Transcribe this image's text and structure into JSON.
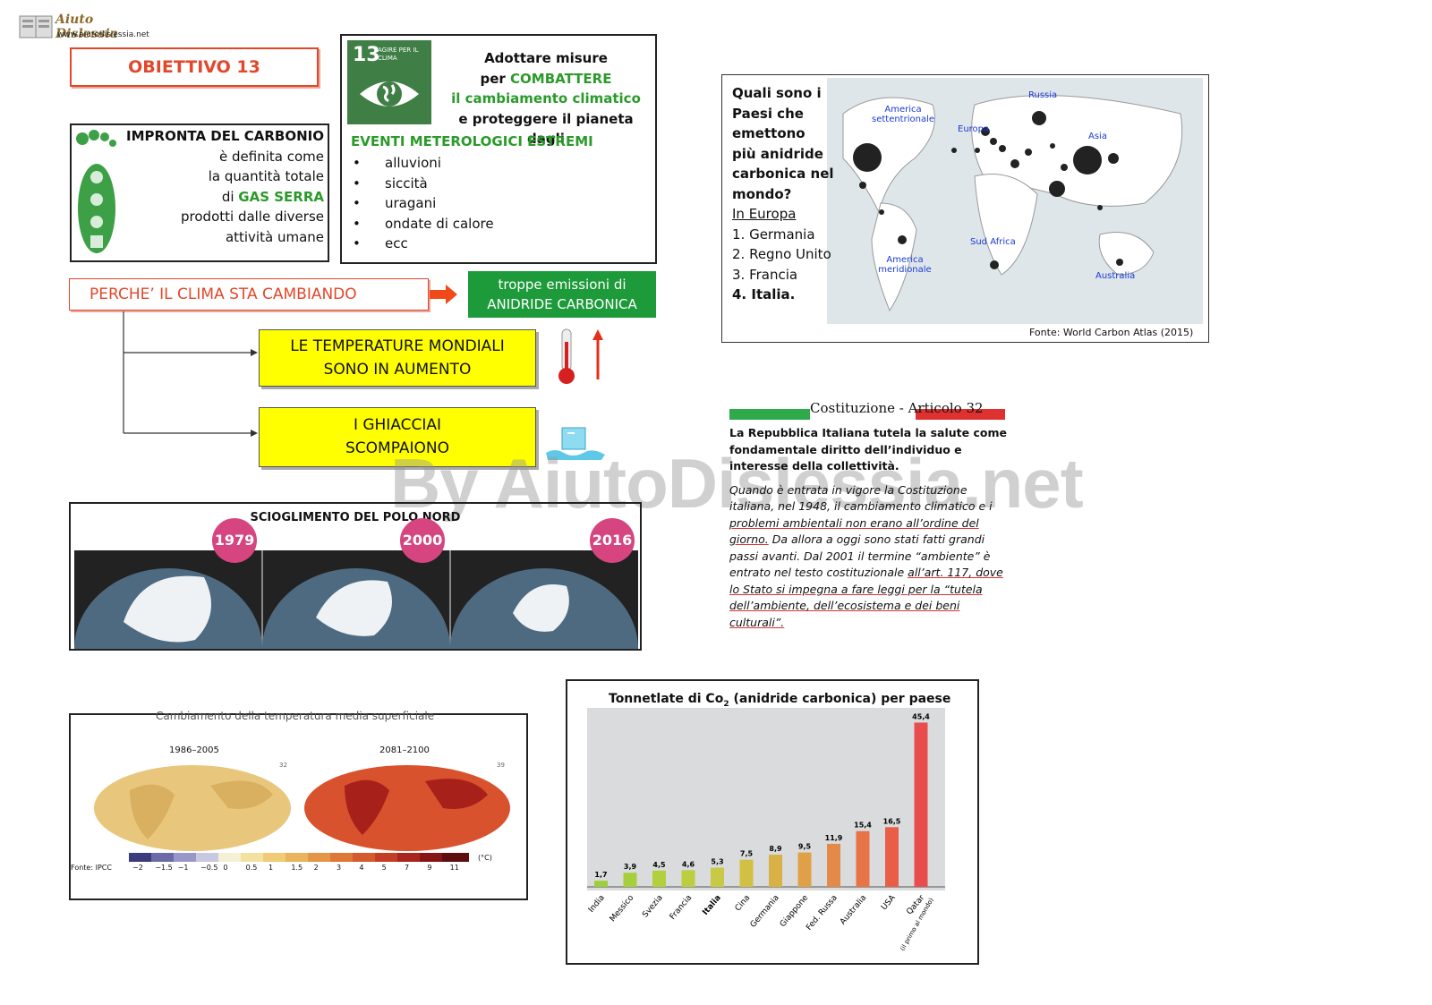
{
  "logo": {
    "title": "Aiuto Dislessia",
    "url": "www.aiutodislessia.net"
  },
  "obiettivo": "OBIETTIVO 13",
  "sdg": {
    "number": "13",
    "icon_text": "AGIRE PER IL CLIMA",
    "line1": "Adottare misure",
    "line2_pre": "per ",
    "line2_hl": "COMBATTERE",
    "line3": "il cambiamento climatico",
    "line4": "e proteggere il pianeta dagli",
    "events_title": "EVENTI METEROLOGICI ESTREMI",
    "events": [
      "alluvioni",
      "siccità",
      "uragani",
      "ondate di calore",
      "ecc"
    ]
  },
  "carbon": {
    "title": "IMPRONTA DEL CARBONIO",
    "l1": "è definita  come",
    "l2": "la quantità  totale",
    "l3_pre": "di ",
    "l3_hl": "GAS SERRA",
    "l4": "prodotti dalle diverse",
    "l5": "attività umane"
  },
  "perche": "PERCHE’ IL CLIMA STA CAMBIANDO",
  "troppe": {
    "l1": "troppe emissioni di",
    "l2": "ANIDRIDE CARBONICA"
  },
  "temperature": {
    "l1": "LE TEMPERATURE MONDIALI",
    "l2": "SONO IN AUMENTO"
  },
  "ghiacciai": {
    "l1": "I GHIACCIAI",
    "l2": "SCOMPAIONO"
  },
  "map": {
    "q": [
      "Quali sono i",
      "Paesi  che",
      "emettono",
      "più anidride",
      "carbonica nel",
      "mondo?"
    ],
    "europe_title": "In Europa",
    "rank": [
      "1. Germania",
      "2. Regno Unito",
      "3. Francia",
      "4. Italia."
    ],
    "labels": {
      "na": "America settentrionale",
      "russia": "Russia",
      "europa": "Europa",
      "asia": "Asia",
      "sa": "America meridionale",
      "safrica": "Sud Africa",
      "australia": "Australia"
    },
    "source": "Fonte: World Carbon Atlas (2015)"
  },
  "costituzione": {
    "title": "Costituzione - Articolo 32",
    "bold": "La Repubblica Italiana tutela la salute come fondamentale diritto dell’individuo e interesse della collettività.",
    "p1a": "Quando è entrata in vigore la Costituzione italiana, nel 1948, il cambiamento climatico e i ",
    "p1u": "problemi ambientali non erano all’ordine del giorno.",
    "p1b": " Da allora a oggi sono stati fatti grandi passi avanti. Dal 2001 il termine “ambiente” è entrato nel testo costituzionale ",
    "p1u2": "all’art. 117, dove lo Stato si impegna a fare leggi per la “tutela dell’ambiente, dell’ecosistema e dei beni culturali”."
  },
  "polo": {
    "title": "SCIOGLIMENTO DEL POLO NORD",
    "years": [
      "1979",
      "2000",
      "2016"
    ]
  },
  "temp_map": {
    "title": "Cambiamento della temperatura media superficiale",
    "p1": "1986–2005",
    "p2": "2081–2100",
    "n1": "32",
    "n2": "39",
    "scale": [
      "−2",
      "−1.5",
      "−1",
      "−0.5",
      "0",
      "0.5",
      "1",
      "1.5",
      "2",
      "3",
      "4",
      "5",
      "7",
      "9",
      "11"
    ],
    "unit": "(°C)",
    "source": "Fonte: IPCC"
  },
  "watermark": "By AiutoDislessia.net",
  "chart_data": {
    "type": "bar",
    "title": "Tonnetlate di Co2 (anidride carbonica) per paese",
    "title_pre": "Tonnetlate di Co",
    "title_sub": "2",
    "title_post": " (anidride carbonica) per paese",
    "categories": [
      "India",
      "Messico",
      "Svezia",
      "Francia",
      "Italia",
      "Cina",
      "Germania",
      "Giappone",
      "Fed. Russa",
      "Australia",
      "USA",
      "Qatar"
    ],
    "qatar_note": "(il primo al mondo)",
    "values": [
      1.7,
      3.9,
      4.5,
      4.6,
      5.3,
      7.5,
      8.9,
      9.5,
      11.9,
      15.4,
      16.5,
      45.4
    ],
    "value_labels": [
      "1,7",
      "3,9",
      "4,5",
      "4,6",
      "5,3",
      "7,5",
      "8,9",
      "9,5",
      "11,9",
      "15,4",
      "16,5",
      "45,4"
    ],
    "ylim": [
      0,
      46
    ]
  }
}
